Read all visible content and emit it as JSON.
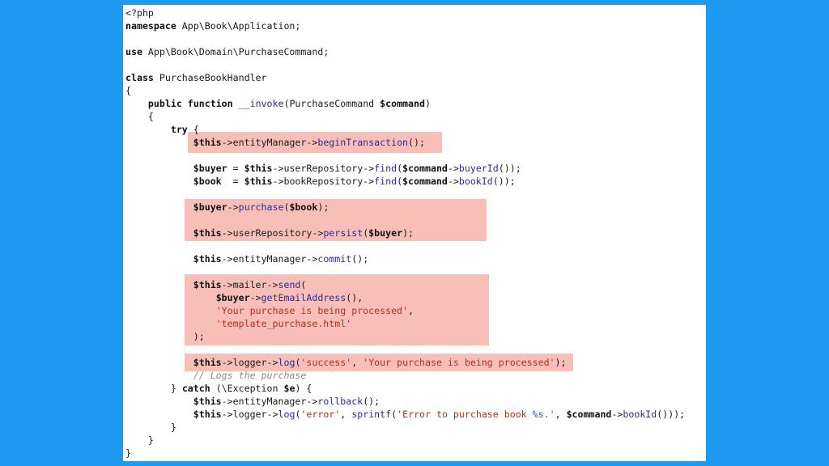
{
  "colors": {
    "background": "#1e9bf0",
    "page": "#ffffff",
    "highlight": "#f8bfb8",
    "keyword": "#111111",
    "function": "#2b2b9a",
    "string": "#b0301c",
    "comment": "#8a8a8a"
  },
  "code": {
    "lines": [
      [
        {
          "t": "<?php",
          "c": "plain"
        }
      ],
      [
        {
          "t": "namespace",
          "c": "kw"
        },
        {
          "t": " App\\Book\\Application;",
          "c": "plain"
        }
      ],
      [],
      [
        {
          "t": "use",
          "c": "kw"
        },
        {
          "t": " App\\Book\\Domain\\PurchaseCommand;",
          "c": "plain"
        }
      ],
      [],
      [
        {
          "t": "class",
          "c": "kw"
        },
        {
          "t": " PurchaseBookHandler",
          "c": "plain"
        }
      ],
      [
        {
          "t": "{",
          "c": "plain"
        }
      ],
      [
        {
          "t": "    ",
          "c": "plain"
        },
        {
          "t": "public",
          "c": "kw"
        },
        {
          "t": " ",
          "c": "plain"
        },
        {
          "t": "function",
          "c": "kw"
        },
        {
          "t": " ",
          "c": "plain"
        },
        {
          "t": "__invoke",
          "c": "fn"
        },
        {
          "t": "(PurchaseCommand ",
          "c": "plain"
        },
        {
          "t": "$command",
          "c": "var"
        },
        {
          "t": ")",
          "c": "plain"
        }
      ],
      [
        {
          "t": "    {",
          "c": "plain"
        }
      ],
      [
        {
          "t": "        ",
          "c": "plain"
        },
        {
          "t": "try",
          "c": "kw"
        },
        {
          "t": " {",
          "c": "plain"
        }
      ],
      [
        {
          "t": "            ",
          "c": "plain"
        },
        {
          "t": "$this",
          "c": "var"
        },
        {
          "t": "->entityManager->",
          "c": "plain"
        },
        {
          "t": "beginTransaction",
          "c": "fn"
        },
        {
          "t": "();",
          "c": "plain"
        }
      ],
      [],
      [
        {
          "t": "            ",
          "c": "plain"
        },
        {
          "t": "$buyer",
          "c": "var"
        },
        {
          "t": " = ",
          "c": "plain"
        },
        {
          "t": "$this",
          "c": "var"
        },
        {
          "t": "->userRepository->",
          "c": "plain"
        },
        {
          "t": "find",
          "c": "fn"
        },
        {
          "t": "(",
          "c": "plain"
        },
        {
          "t": "$command",
          "c": "var"
        },
        {
          "t": "->",
          "c": "plain"
        },
        {
          "t": "buyerId",
          "c": "fn"
        },
        {
          "t": "());",
          "c": "plain"
        }
      ],
      [
        {
          "t": "            ",
          "c": "plain"
        },
        {
          "t": "$book",
          "c": "var"
        },
        {
          "t": "  = ",
          "c": "plain"
        },
        {
          "t": "$this",
          "c": "var"
        },
        {
          "t": "->bookRepository->",
          "c": "plain"
        },
        {
          "t": "find",
          "c": "fn"
        },
        {
          "t": "(",
          "c": "plain"
        },
        {
          "t": "$command",
          "c": "var"
        },
        {
          "t": "->",
          "c": "plain"
        },
        {
          "t": "bookId",
          "c": "fn"
        },
        {
          "t": "());",
          "c": "plain"
        }
      ],
      [],
      [
        {
          "t": "            ",
          "c": "plain"
        },
        {
          "t": "$buyer",
          "c": "var"
        },
        {
          "t": "->",
          "c": "plain"
        },
        {
          "t": "purchase",
          "c": "fn"
        },
        {
          "t": "(",
          "c": "plain"
        },
        {
          "t": "$book",
          "c": "var"
        },
        {
          "t": ");",
          "c": "plain"
        }
      ],
      [],
      [
        {
          "t": "            ",
          "c": "plain"
        },
        {
          "t": "$this",
          "c": "var"
        },
        {
          "t": "->userRepository->",
          "c": "plain"
        },
        {
          "t": "persist",
          "c": "fn"
        },
        {
          "t": "(",
          "c": "plain"
        },
        {
          "t": "$buyer",
          "c": "var"
        },
        {
          "t": ");",
          "c": "plain"
        }
      ],
      [],
      [
        {
          "t": "            ",
          "c": "plain"
        },
        {
          "t": "$this",
          "c": "var"
        },
        {
          "t": "->entityManager->",
          "c": "plain"
        },
        {
          "t": "commit",
          "c": "fn"
        },
        {
          "t": "();",
          "c": "plain"
        }
      ],
      [],
      [
        {
          "t": "            ",
          "c": "plain"
        },
        {
          "t": "$this",
          "c": "var"
        },
        {
          "t": "->mailer->",
          "c": "plain"
        },
        {
          "t": "send",
          "c": "fn"
        },
        {
          "t": "(",
          "c": "plain"
        }
      ],
      [
        {
          "t": "                ",
          "c": "plain"
        },
        {
          "t": "$buyer",
          "c": "var"
        },
        {
          "t": "->",
          "c": "plain"
        },
        {
          "t": "getEmailAddress",
          "c": "fn"
        },
        {
          "t": "(),",
          "c": "plain"
        }
      ],
      [
        {
          "t": "                ",
          "c": "plain"
        },
        {
          "t": "'Your purchase is being processed'",
          "c": "str"
        },
        {
          "t": ",",
          "c": "plain"
        }
      ],
      [
        {
          "t": "                ",
          "c": "plain"
        },
        {
          "t": "'template_purchase.html'",
          "c": "str"
        }
      ],
      [
        {
          "t": "            );",
          "c": "plain"
        }
      ],
      [],
      [
        {
          "t": "            ",
          "c": "plain"
        },
        {
          "t": "$this",
          "c": "var"
        },
        {
          "t": "->logger->",
          "c": "plain"
        },
        {
          "t": "log",
          "c": "fn"
        },
        {
          "t": "(",
          "c": "plain"
        },
        {
          "t": "'success'",
          "c": "str"
        },
        {
          "t": ", ",
          "c": "plain"
        },
        {
          "t": "'Your purchase is being processed'",
          "c": "str"
        },
        {
          "t": ");",
          "c": "plain"
        }
      ],
      [
        {
          "t": "            ",
          "c": "plain"
        },
        {
          "t": "// Logs the purchase",
          "c": "cmt"
        }
      ],
      [
        {
          "t": "        } ",
          "c": "plain"
        },
        {
          "t": "catch",
          "c": "kw"
        },
        {
          "t": " (\\Exception ",
          "c": "plain"
        },
        {
          "t": "$e",
          "c": "var"
        },
        {
          "t": ") {",
          "c": "plain"
        }
      ],
      [
        {
          "t": "            ",
          "c": "plain"
        },
        {
          "t": "$this",
          "c": "var"
        },
        {
          "t": "->entityManager->",
          "c": "plain"
        },
        {
          "t": "rollback",
          "c": "fn"
        },
        {
          "t": "();",
          "c": "plain"
        }
      ],
      [
        {
          "t": "            ",
          "c": "plain"
        },
        {
          "t": "$this",
          "c": "var"
        },
        {
          "t": "->logger->",
          "c": "plain"
        },
        {
          "t": "log",
          "c": "fn"
        },
        {
          "t": "(",
          "c": "plain"
        },
        {
          "t": "'error'",
          "c": "str"
        },
        {
          "t": ", ",
          "c": "plain"
        },
        {
          "t": "sprintf",
          "c": "fn"
        },
        {
          "t": "(",
          "c": "plain"
        },
        {
          "t": "'Error to purchase book ",
          "c": "str"
        },
        {
          "t": "%s",
          "c": "fmt"
        },
        {
          "t": ".'",
          "c": "str"
        },
        {
          "t": ", ",
          "c": "plain"
        },
        {
          "t": "$command",
          "c": "var"
        },
        {
          "t": "->",
          "c": "plain"
        },
        {
          "t": "bookId",
          "c": "fn"
        },
        {
          "t": "()));",
          "c": "plain"
        }
      ],
      [
        {
          "t": "        }",
          "c": "plain"
        }
      ],
      [
        {
          "t": "    }",
          "c": "plain"
        }
      ],
      [
        {
          "t": "}",
          "c": "plain"
        }
      ]
    ]
  }
}
